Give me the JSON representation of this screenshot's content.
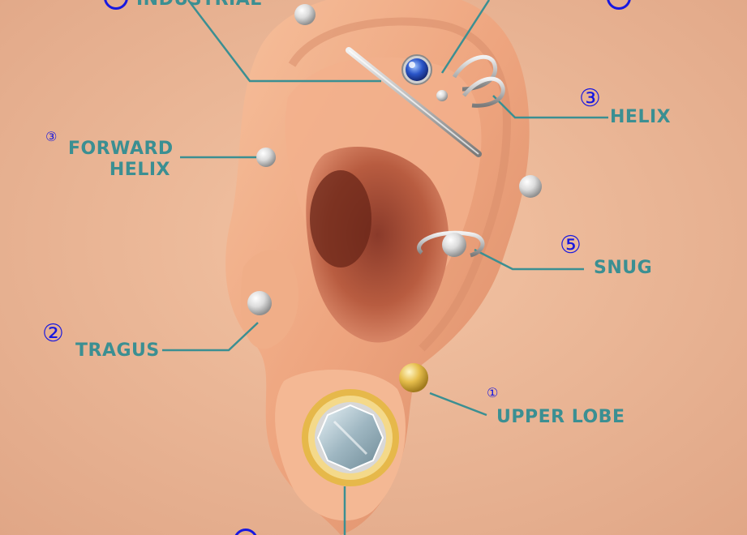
{
  "labels": {
    "industrial": "INDUSTRIAL",
    "helix": "HELIX",
    "forward_helix_line1": "FORWARD",
    "forward_helix_line2": "HELIX",
    "snug": "SNUG",
    "tragus": "TRAGUS",
    "upper_lobe": "UPPER LOBE"
  },
  "numbers": {
    "helix": "③",
    "forward_helix": "③",
    "snug": "⑤",
    "tragus": "②",
    "upper_lobe": "①"
  },
  "colors": {
    "background": "#eab393",
    "label_text": "#3b8f92",
    "number_text": "#1818e0",
    "leader_line": "#3b8f92",
    "gem_blue": "#2a55c8",
    "gold": "#e2b84a"
  }
}
